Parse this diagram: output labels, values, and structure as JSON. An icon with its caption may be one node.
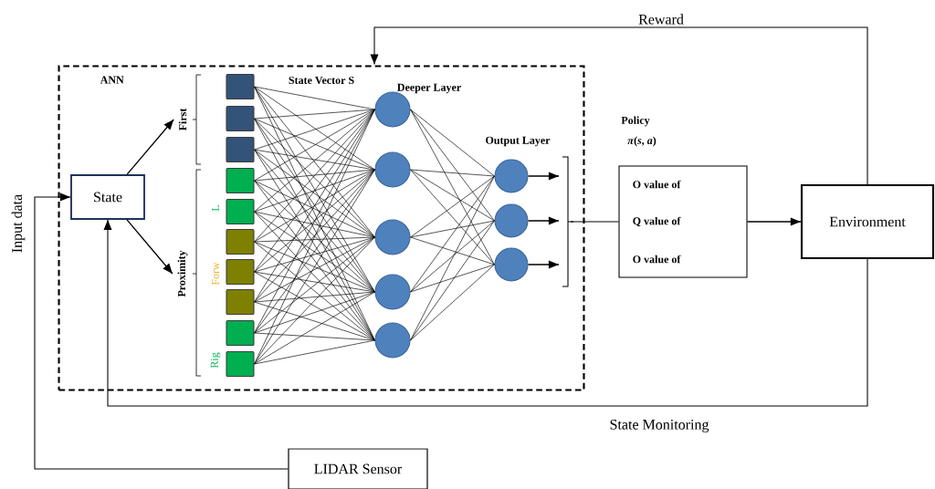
{
  "diagram": {
    "nodes": [
      {
        "text": [
          "ANN"
        ]
      },
      {
        "text": [
          "State"
        ],
        "in": 0
      },
      {
        "text": [],
        "shape": "box",
        "in": 0
      },
      {
        "text": [],
        "shape": "box",
        "in": 0
      },
      {
        "text": [],
        "shape": "box",
        "in": 0
      },
      {
        "text": [],
        "shape": "box",
        "in": 0
      },
      {
        "text": [],
        "shape": "box",
        "in": 0
      },
      {
        "text": [],
        "shape": "box",
        "in": 0
      },
      {
        "text": [],
        "shape": "box",
        "in": 0
      },
      {
        "text": [],
        "shape": "box",
        "in": 0
      },
      {
        "text": [],
        "shape": "box",
        "in": 0
      },
      {
        "text": [],
        "shape": "box",
        "in": 0
      },
      {
        "text": [],
        "shape": "circle",
        "in": 0
      },
      {
        "text": [],
        "shape": "circle",
        "in": 0
      },
      {
        "text": [],
        "shape": "circle",
        "in": 0
      },
      {
        "text": [],
        "shape": "circle",
        "in": 0
      },
      {
        "text": [],
        "shape": "circle",
        "in": 0
      },
      {
        "text": [],
        "shape": "circle",
        "in": 0
      },
      {
        "text": [],
        "shape": "circle",
        "in": 0
      },
      {
        "text": [],
        "shape": "circle",
        "in": 0
      },
      {
        "text": [
          "O value of",
          "Q value of",
          "O value of"
        ]
      },
      {
        "text": [
          "Environment"
        ]
      },
      {
        "text": [
          "LIDAR Sensor"
        ]
      },
      {
        "text": [
          "First"
        ],
        "in": 0
      },
      {
        "text": [
          "Proximity"
        ],
        "in": 0
      }
    ],
    "edges": [
      {
        "from": 2,
        "to": 12,
        "arrow": "none"
      },
      {
        "from": 2,
        "to": 13,
        "arrow": "none"
      },
      {
        "from": 2,
        "to": 14,
        "arrow": "none"
      },
      {
        "from": 2,
        "to": 15,
        "arrow": "none"
      },
      {
        "from": 2,
        "to": 16,
        "arrow": "none"
      },
      {
        "from": 3,
        "to": 12,
        "arrow": "none"
      },
      {
        "from": 3,
        "to": 13,
        "arrow": "none"
      },
      {
        "from": 3,
        "to": 14,
        "arrow": "none"
      },
      {
        "from": 3,
        "to": 15,
        "arrow": "none"
      },
      {
        "from": 3,
        "to": 16,
        "arrow": "none"
      },
      {
        "from": 4,
        "to": 12,
        "arrow": "none"
      },
      {
        "from": 4,
        "to": 13,
        "arrow": "none"
      },
      {
        "from": 4,
        "to": 14,
        "arrow": "none"
      },
      {
        "from": 4,
        "to": 15,
        "arrow": "none"
      },
      {
        "from": 4,
        "to": 16,
        "arrow": "none"
      },
      {
        "from": 5,
        "to": 12,
        "arrow": "none"
      },
      {
        "from": 5,
        "to": 13,
        "arrow": "none"
      },
      {
        "from": 5,
        "to": 14,
        "arrow": "none"
      },
      {
        "from": 5,
        "to": 15,
        "arrow": "none"
      },
      {
        "from": 5,
        "to": 16,
        "arrow": "none"
      },
      {
        "from": 6,
        "to": 12,
        "arrow": "none"
      },
      {
        "from": 6,
        "to": 13,
        "arrow": "none"
      },
      {
        "from": 6,
        "to": 14,
        "arrow": "none"
      },
      {
        "from": 6,
        "to": 15,
        "arrow": "none"
      },
      {
        "from": 6,
        "to": 16,
        "arrow": "none"
      },
      {
        "from": 7,
        "to": 12,
        "arrow": "none"
      },
      {
        "from": 7,
        "to": 13,
        "arrow": "none"
      },
      {
        "from": 7,
        "to": 14,
        "arrow": "none"
      },
      {
        "from": 7,
        "to": 15,
        "arrow": "none"
      },
      {
        "from": 7,
        "to": 16,
        "arrow": "none"
      },
      {
        "from": 8,
        "to": 12,
        "arrow": "none"
      },
      {
        "from": 8,
        "to": 13,
        "arrow": "none"
      },
      {
        "from": 8,
        "to": 14,
        "arrow": "none"
      },
      {
        "from": 8,
        "to": 15,
        "arrow": "none"
      },
      {
        "from": 8,
        "to": 16,
        "arrow": "none"
      },
      {
        "from": 9,
        "to": 12,
        "arrow": "none"
      },
      {
        "from": 9,
        "to": 13,
        "arrow": "none"
      },
      {
        "from": 9,
        "to": 14,
        "arrow": "none"
      },
      {
        "from": 9,
        "to": 15,
        "arrow": "none"
      },
      {
        "from": 9,
        "to": 16,
        "arrow": "none"
      },
      {
        "from": 10,
        "to": 12,
        "arrow": "none"
      },
      {
        "from": 10,
        "to": 13,
        "arrow": "none"
      },
      {
        "from": 10,
        "to": 14,
        "arrow": "none"
      },
      {
        "from": 10,
        "to": 15,
        "arrow": "none"
      },
      {
        "from": 10,
        "to": 16,
        "arrow": "none"
      },
      {
        "from": 11,
        "to": 12,
        "arrow": "none"
      },
      {
        "from": 11,
        "to": 13,
        "arrow": "none"
      },
      {
        "from": 11,
        "to": 14,
        "arrow": "none"
      },
      {
        "from": 11,
        "to": 15,
        "arrow": "none"
      },
      {
        "from": 11,
        "to": 16,
        "arrow": "none"
      },
      {
        "from": 12,
        "to": 17,
        "arrow": "none"
      },
      {
        "from": 12,
        "to": 18,
        "arrow": "none"
      },
      {
        "from": 12,
        "to": 19,
        "arrow": "none"
      },
      {
        "from": 13,
        "to": 17,
        "arrow": "none"
      },
      {
        "from": 13,
        "to": 18,
        "arrow": "none"
      },
      {
        "from": 13,
        "to": 19,
        "arrow": "none"
      },
      {
        "from": 14,
        "to": 17,
        "arrow": "none"
      },
      {
        "from": 14,
        "to": 18,
        "arrow": "none"
      },
      {
        "from": 14,
        "to": 19,
        "arrow": "none"
      },
      {
        "from": 15,
        "to": 17,
        "arrow": "none"
      },
      {
        "from": 15,
        "to": 18,
        "arrow": "none"
      },
      {
        "from": 15,
        "to": 19,
        "arrow": "none"
      },
      {
        "from": 16,
        "to": 17,
        "arrow": "none"
      },
      {
        "from": 16,
        "to": 18,
        "arrow": "none"
      },
      {
        "from": 16,
        "to": 19,
        "arrow": "none"
      },
      {
        "from": 17,
        "to": null,
        "arrow": "to"
      },
      {
        "from": 18,
        "to": null,
        "arrow": "to"
      },
      {
        "from": 19,
        "to": null,
        "arrow": "to"
      },
      {
        "from": 1,
        "to": 23,
        "arrow": "to"
      },
      {
        "from": 1,
        "to": 24,
        "arrow": "to"
      },
      {
        "from": null,
        "to": 20,
        "arrow": "none"
      },
      {
        "from": 20,
        "to": 21,
        "arrow": "to"
      },
      {
        "from": 21,
        "to": 0,
        "arrow": "to",
        "label": "Reward"
      },
      {
        "from": 21,
        "to": 1,
        "arrow": "to",
        "label": "State Monitoring"
      },
      {
        "from": 22,
        "to": 1,
        "arrow": "to",
        "label": "Input data"
      }
    ],
    "labels": [
      "State Vector S",
      "Deeper Layer",
      "L",
      "Forw",
      "Rig",
      "Output Layer",
      "Policy",
      "*π*(*s*, *a*)"
    ]
  }
}
